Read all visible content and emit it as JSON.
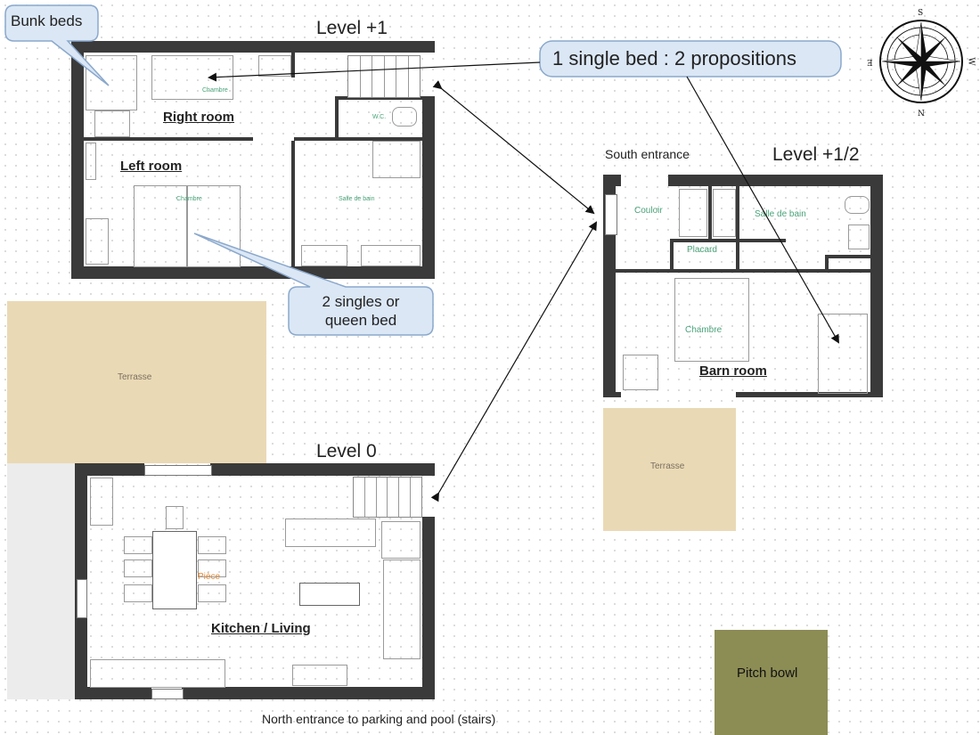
{
  "levels": {
    "level1": "Level +1",
    "level_half": "Level +1/2",
    "level0": "Level 0"
  },
  "rooms": {
    "right_room": "Right room",
    "left_room": "Left room",
    "barn_room": "Barn room",
    "kitchen_living": "Kitchen / Living"
  },
  "floorplan_labels": {
    "chambre_right": "Chambre",
    "wc": "W.C.",
    "chambre_left": "Chambre",
    "salle_de_bain_left": "Salle de bain",
    "couloir": "Couloir",
    "salle_de_bain_barn": "Salle de bain",
    "placard": "Placard",
    "chambre_barn": "Chambre",
    "piece": "Pièce",
    "terrasse_left": "Terrasse",
    "terrasse_barn": "Terrasse",
    "pitch_bowl": "Pitch bowl"
  },
  "callouts": {
    "bunk_beds": "Bunk beds",
    "single_bed": "1 single bed : 2 propositions",
    "two_singles_line1": "2 singles or",
    "two_singles_line2": "queen bed"
  },
  "entrances": {
    "south": "South entrance",
    "north": "North entrance to parking and pool (stairs)"
  },
  "compass": {
    "n": "N",
    "s": "S",
    "e": "E",
    "w": "W"
  },
  "colors": {
    "wall": "#3a3a3a",
    "terrasse": "#ead9b5",
    "pitch_bowl": "#8c8c55",
    "callout_fill": "#dbe7f5",
    "callout_stroke": "#8aa8cc",
    "label_green": "#4aa37a",
    "label_orange": "#e08a3a"
  }
}
